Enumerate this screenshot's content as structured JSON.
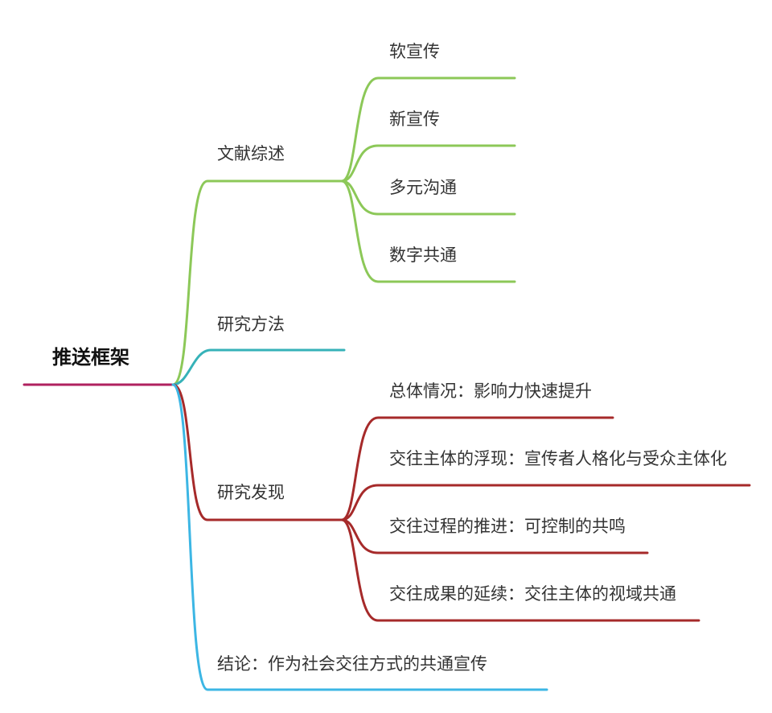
{
  "colors": {
    "root": "#b0215f",
    "literature": "#8cc858",
    "methods": "#36b2b8",
    "findings": "#a62a2a",
    "conclusion": "#3cb6e4"
  },
  "root": {
    "label": "推送框架"
  },
  "branches": {
    "literature": {
      "label": "文献综述",
      "children": [
        "软宣传",
        "新宣传",
        "多元沟通",
        "数字共通"
      ]
    },
    "methods": {
      "label": "研究方法"
    },
    "findings": {
      "label": "研究发现",
      "children": [
        "总体情况：影响力快速提升",
        "交往主体的浮现：宣传者人格化与受众主体化",
        "交往过程的推进：可控制的共鸣",
        "交往成果的延续：交往主体的视域共通"
      ]
    },
    "conclusion": {
      "label": "结论：作为社会交往方式的共通宣传"
    }
  }
}
